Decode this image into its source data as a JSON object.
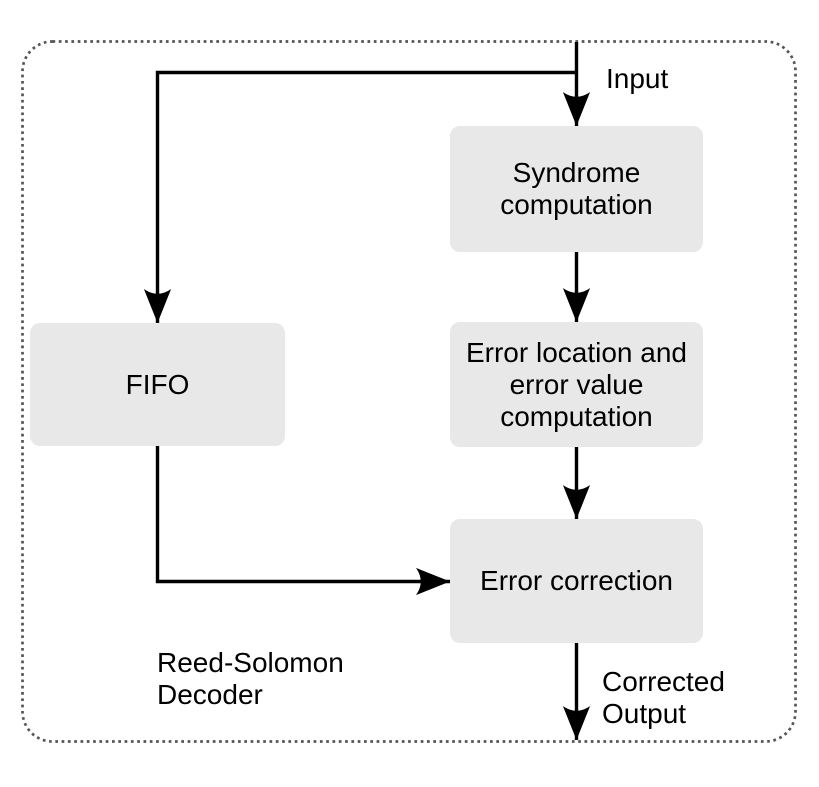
{
  "diagram": {
    "caption": "Reed-Solomon\nDecoder",
    "nodes": [
      {
        "id": "syndrome",
        "label": "Syndrome\ncomputation"
      },
      {
        "id": "error-location",
        "label": "Error location and\nerror value\ncomputation"
      },
      {
        "id": "error-correction",
        "label": "Error correction"
      },
      {
        "id": "fifo",
        "label": "FIFO"
      }
    ],
    "labels": {
      "input": "Input",
      "corrected_output": "Corrected\nOutput"
    },
    "edges": [
      {
        "from": "input",
        "to": "syndrome"
      },
      {
        "from": "input",
        "to": "fifo"
      },
      {
        "from": "syndrome",
        "to": "error-location"
      },
      {
        "from": "error-location",
        "to": "error-correction"
      },
      {
        "from": "fifo",
        "to": "error-correction"
      },
      {
        "from": "error-correction",
        "to": "corrected-output"
      }
    ],
    "colors": {
      "node_fill": "#e8e8e8",
      "connector": "#000000",
      "boundary_dotted": "#555555",
      "text": "#000000",
      "background": "#ffffff"
    }
  }
}
